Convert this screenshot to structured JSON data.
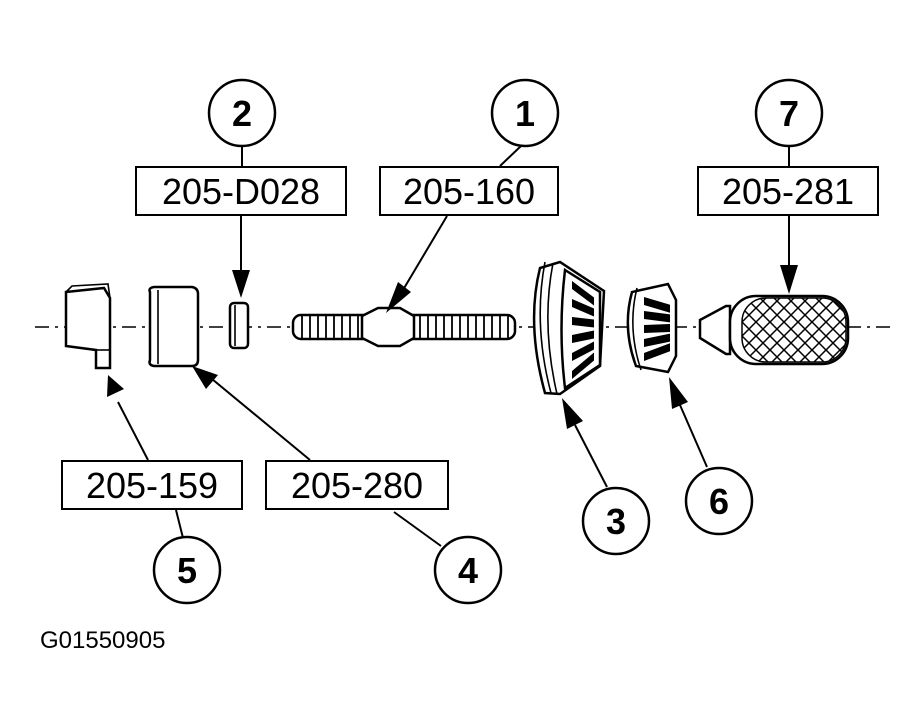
{
  "callouts": [
    {
      "number": "1",
      "tool": "205-160"
    },
    {
      "number": "2",
      "tool": "205-D028"
    },
    {
      "number": "3",
      "tool": ""
    },
    {
      "number": "4",
      "tool": "205-280"
    },
    {
      "number": "5",
      "tool": "205-159"
    },
    {
      "number": "6",
      "tool": ""
    },
    {
      "number": "7",
      "tool": "205-281"
    }
  ],
  "figure_code": "G01550905"
}
